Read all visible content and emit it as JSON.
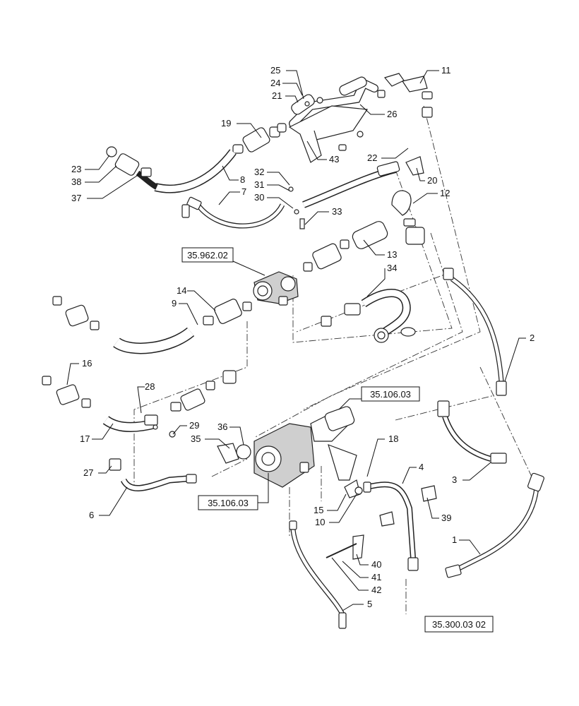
{
  "callouts": {
    "c1": "1",
    "c2": "2",
    "c3": "3",
    "c4": "4",
    "c5": "5",
    "c6": "6",
    "c7": "7",
    "c8": "8",
    "c9": "9",
    "c10": "10",
    "c11": "11",
    "c12": "12",
    "c13": "13",
    "c14": "14",
    "c15": "15",
    "c16": "16",
    "c17": "17",
    "c18": "18",
    "c19": "19",
    "c20": "20",
    "c21": "21",
    "c22": "22",
    "c23": "23",
    "c24": "24",
    "c25": "25",
    "c26": "26",
    "c27": "27",
    "c28": "28",
    "c29": "29",
    "c30": "30",
    "c31": "31",
    "c32": "32",
    "c33": "33",
    "c34": "34",
    "c35": "35",
    "c36": "36",
    "c37": "37",
    "c38": "38",
    "c39": "39",
    "c40": "40",
    "c41": "41",
    "c42": "42",
    "c43": "43"
  },
  "references": {
    "r1": "35.962.02",
    "r2": "35.106.03",
    "r3": "35.106.03",
    "r4": "35.300.03 02"
  }
}
